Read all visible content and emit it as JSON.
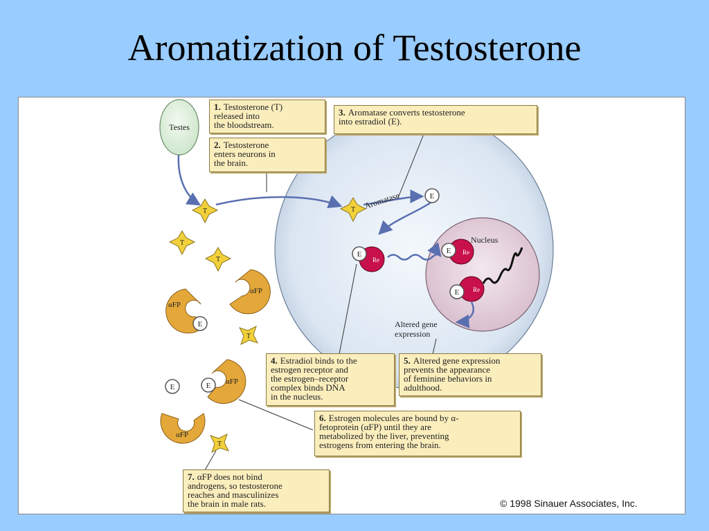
{
  "title": "Aromatization of Testosterone",
  "steps": [
    {
      "num": "1.",
      "text": "Testosterone (T)\nreleased into\nthe bloodstream."
    },
    {
      "num": "2.",
      "text": "Testosterone\nenters neurons in\nthe brain."
    },
    {
      "num": "3.",
      "text": "Aromatase converts testosterone\ninto estradiol (E)."
    },
    {
      "num": "4.",
      "text": "Estradiol binds to the\nestrogen receptor and\nthe estrogen–receptor\ncomplex binds DNA\nin the nucleus."
    },
    {
      "num": "5.",
      "text": "Altered gene expression\nprevents the appearance\nof feminine behaviors in\nadulthood."
    },
    {
      "num": "6.",
      "text": "Estrogen molecules are bound by α-\nfetoprotein (αFP) until they are\nmetabolized by the liver, preventing\nestrogens from entering the brain."
    },
    {
      "num": "7.",
      "text": "αFP does not bind\nandrogens, so testosterone\nreaches and masculinizes\nthe brain in male rats."
    }
  ],
  "labels": {
    "testes": "Testes",
    "aromatase": "Aromatase",
    "nucleus": "Nucleus",
    "altered_gene": "Altered gene",
    "expression": "expression",
    "t": "T",
    "e": "E",
    "re": "Re",
    "afp": "αFP"
  },
  "copyright": "© 1998 Sinauer Associates, Inc.",
  "colors": {
    "background": "#99ccff",
    "box_fill": "#fbeebd",
    "testosterone": "#f2d03a",
    "afp": "#e4a83a",
    "receptor": "#c8104a",
    "cell": "#dfe9f4",
    "nucleus": "#e8d4e0",
    "arrow": "#5a6fb0"
  }
}
